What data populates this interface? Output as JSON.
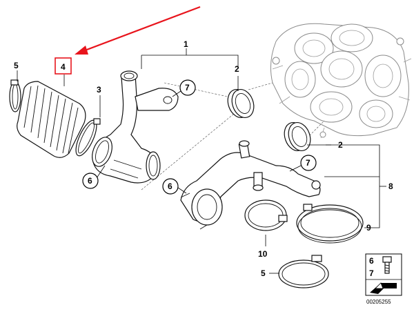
{
  "diagram": {
    "callouts": {
      "c1": "1",
      "c2_top": "2",
      "c2_mid": "2",
      "c3": "3",
      "c4": "4",
      "c5_top": "5",
      "c5_bottom": "5",
      "c6_left": "6",
      "c6_mid": "6",
      "c7_top": "7",
      "c7_mid": "7",
      "c8": "8",
      "c9": "9",
      "c10": "10"
    },
    "legend_box": {
      "num_6": "6",
      "num_7": "7"
    },
    "document_number": "00205255",
    "highlight_color": "#e8141c"
  }
}
